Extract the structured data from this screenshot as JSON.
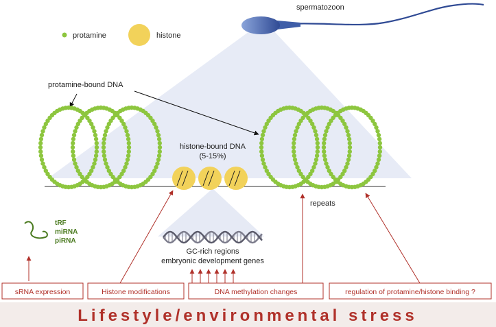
{
  "labels": {
    "spermatozoon": "spermatozoon",
    "protamine": "protamine",
    "histone": "histone",
    "protamine_bound_dna": "protamine-bound DNA",
    "histone_bound_dna": "histone-bound DNA",
    "histone_bound_pct": "(5-15%)",
    "repeats": "repeats",
    "gc_rich": "GC-rich regions",
    "embryonic": "embryonic development genes",
    "trf": "tRF",
    "mirna": "miRNA",
    "pirna": "piRNA"
  },
  "boxes": [
    {
      "label": "sRNA expression"
    },
    {
      "label": "Histone modifications"
    },
    {
      "label": "DNA methylation changes"
    },
    {
      "label": "regulation of protamine/histone binding ?"
    }
  ],
  "footer": "Lifestyle/environmental stress",
  "colors": {
    "protamine": "#8dc63f",
    "histone": "#f2d25a",
    "sperm": "#3f5ea8",
    "accent": "#b0312a",
    "footer_bg": "#f3ecea",
    "cone": "#e3e8f4",
    "srna_green": "#4a7a1f"
  },
  "icons": {
    "sperm": "spermatozoon-icon",
    "srna": "hairpin-rna-icon",
    "dna": "double-helix-icon"
  }
}
